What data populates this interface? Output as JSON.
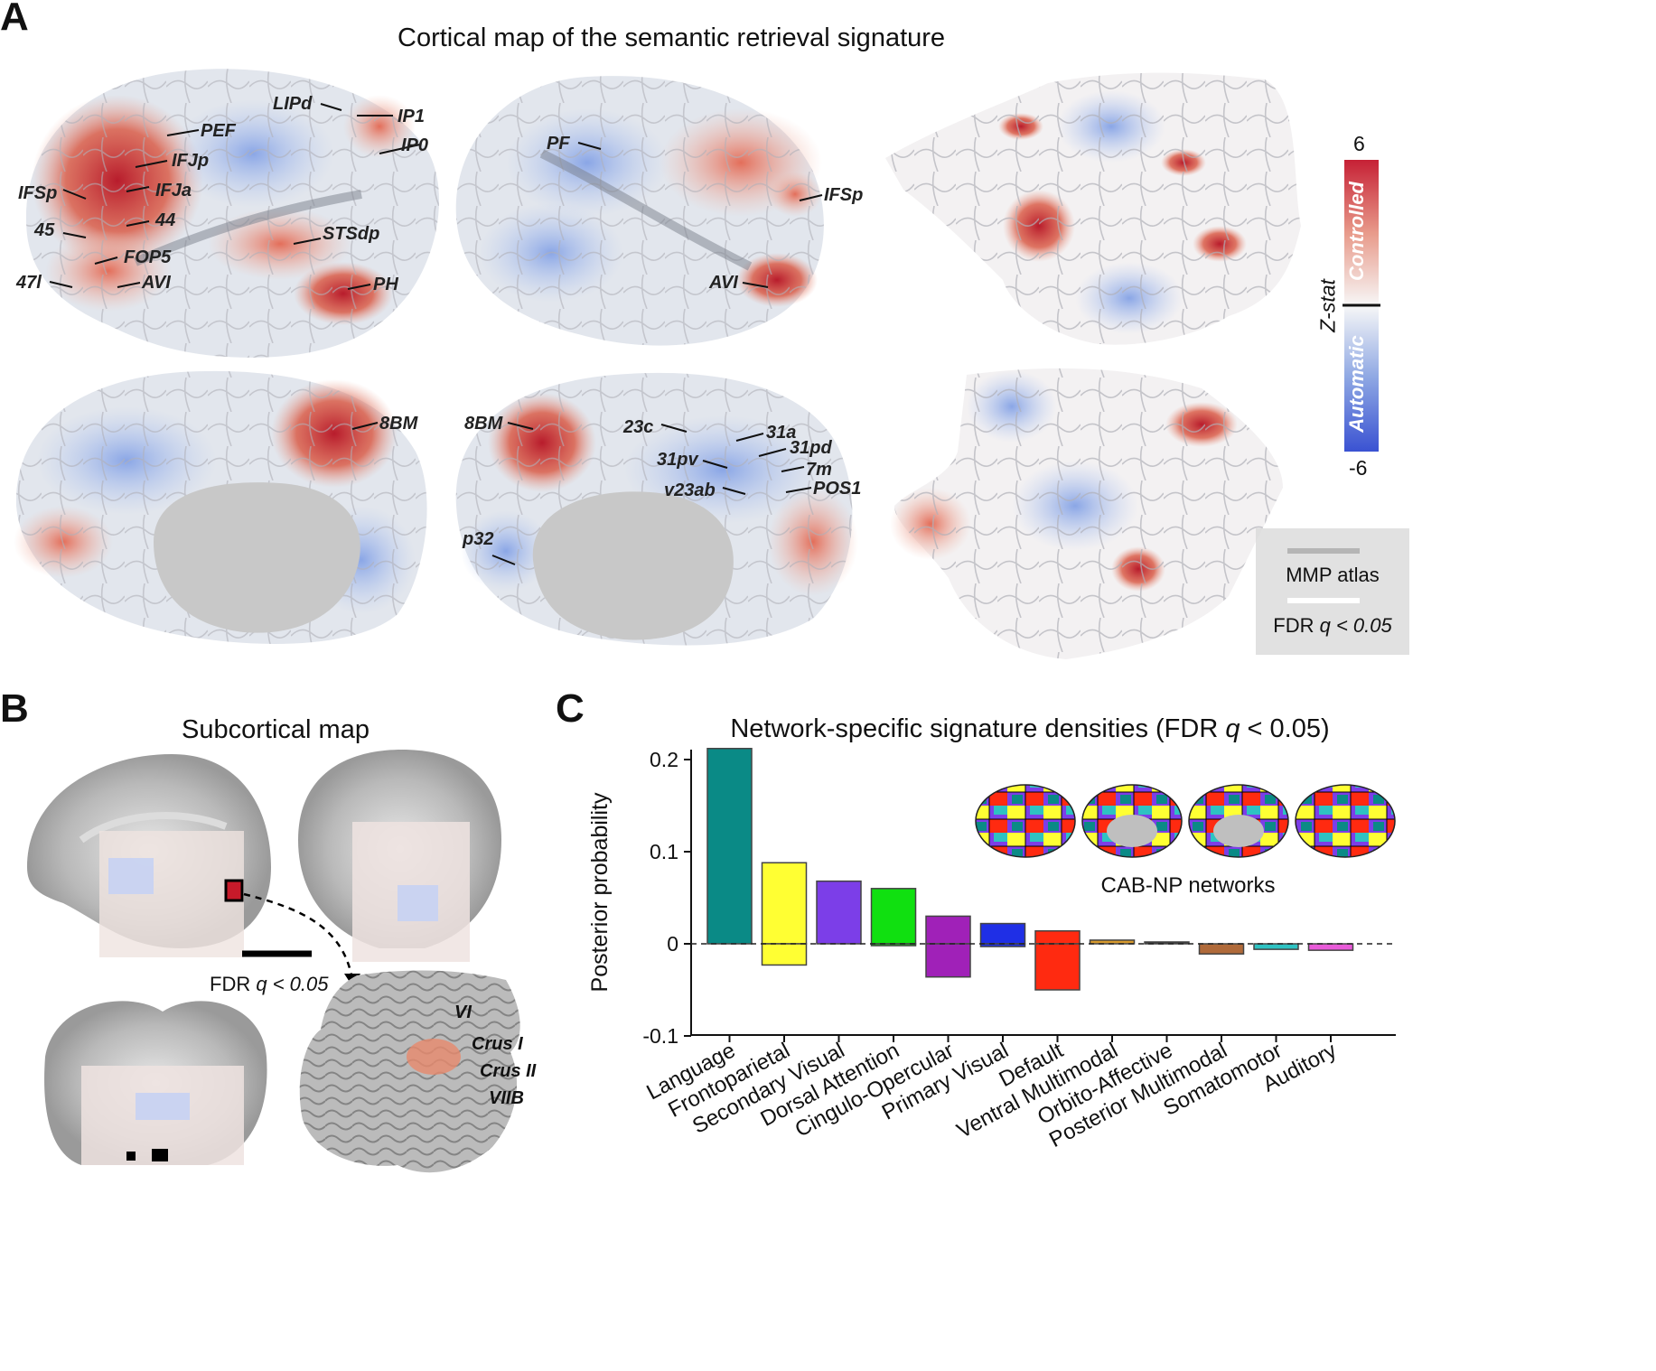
{
  "panels": {
    "a": {
      "letter": "A",
      "title": "Cortical map of the semantic retrieval signature",
      "lateral_left_labels": [
        "LIPd",
        "IP1",
        "IP0",
        "PEF",
        "IFJp",
        "IFSp",
        "IFJa",
        "44",
        "45",
        "FOP5",
        "STSdp",
        "47l",
        "AVI",
        "PH"
      ],
      "lateral_right_labels": [
        "PF",
        "IFSp",
        "AVI"
      ],
      "medial_left_labels": [
        "8BM"
      ],
      "medial_right_labels": [
        "8BM",
        "23c",
        "31a",
        "31pd",
        "31pv",
        "7m",
        "v23ab",
        "POS1",
        "p32"
      ],
      "colorbar": {
        "max": "6",
        "min": "-6",
        "label": "Z-stat",
        "upper": "Controlled",
        "lower": "Automatic",
        "colors": [
          "#c62035",
          "#e89a8a",
          "#f7f7f7",
          "#8da6e3",
          "#3a52d2"
        ]
      },
      "legend": {
        "atlas": "MMP atlas",
        "fdr_prefix": "FDR ",
        "fdr_q": "q",
        "fdr_suffix": " < 0.05",
        "atlas_color": "#b5b5b5",
        "fdr_color": "#ffffff"
      }
    },
    "b": {
      "letter": "B",
      "title": "Subcortical map",
      "fdr_prefix": "FDR ",
      "fdr_q": "q",
      "fdr_suffix": " < 0.05",
      "cerebellum_labels": [
        "VI",
        "Crus I",
        "Crus II",
        "VIIB"
      ]
    },
    "c": {
      "letter": "C",
      "title_prefix": "Network-specific signature densities (FDR ",
      "title_q": "q",
      "title_suffix": " < 0.05)",
      "inset_caption": "CAB-NP networks"
    }
  },
  "chart_data": {
    "type": "bar",
    "ylabel": "Posterior probability",
    "xlabel": "",
    "ylim": [
      -0.1,
      0.22
    ],
    "yticks": [
      {
        "value": 0.2,
        "label": "0.2"
      },
      {
        "value": 0.1,
        "label": "0.1"
      },
      {
        "value": 0,
        "label": "0"
      },
      {
        "value": -0.1,
        "label": "-0.1"
      }
    ],
    "categories": [
      "Language",
      "Frontoparietal",
      "Secondary Visual",
      "Dorsal Attention",
      "Cingulo-Opercular",
      "Primary Visual",
      "Default",
      "Ventral Multimodal",
      "Orbito-Affective",
      "Posterior Multimodal",
      "Somatomotor",
      "Auditory"
    ],
    "positive": [
      0.212,
      0.088,
      0.068,
      0.06,
      0.03,
      0.022,
      0.014,
      0.004,
      0.002,
      0.0,
      0.0,
      0.0
    ],
    "negative": [
      0.0,
      -0.023,
      0.0,
      -0.002,
      -0.036,
      -0.003,
      -0.05,
      0.0,
      0.0,
      -0.011,
      -0.006,
      -0.007
    ],
    "colors": [
      "#0a8a86",
      "#ffff33",
      "#7c3ee8",
      "#10e010",
      "#a021b8",
      "#1f2fe6",
      "#ff2a10",
      "#d79a2e",
      "#3a3a3a",
      "#b06a3a",
      "#2ec2c2",
      "#e85ad8"
    ]
  }
}
